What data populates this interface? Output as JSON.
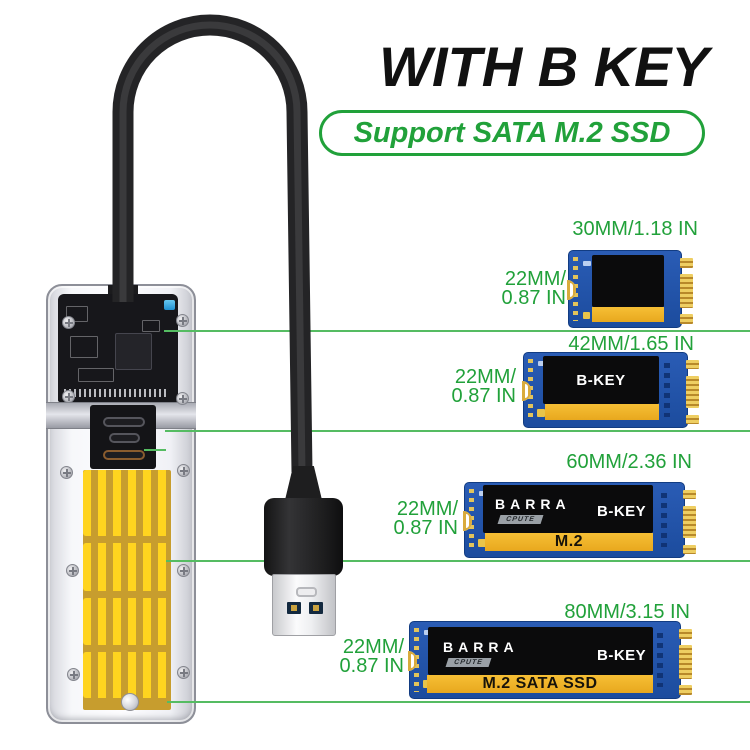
{
  "header": {
    "title": "WITH B KEY",
    "subtitle": "Support SATA M.2 SSD"
  },
  "ssds": [
    {
      "length_label": "30MM/1.18 IN",
      "width_label": [
        "22MM/",
        "0.87 IN"
      ]
    },
    {
      "length_label": "42MM/1.65 IN",
      "width_label": [
        "22MM/",
        "0.87 IN"
      ],
      "chip_label": "B-KEY"
    },
    {
      "length_label": "60MM/2.36 IN",
      "width_label": [
        "22MM/",
        "0.87 IN"
      ],
      "brand": "BARRA",
      "brand_badge": "CPUTE",
      "chip_label": "B-KEY",
      "strip_label": "M.2"
    },
    {
      "length_label": "80MM/3.15 IN",
      "width_label": [
        "22MM/",
        "0.87 IN"
      ],
      "brand": "BARRA",
      "brand_badge": "CPUTE",
      "chip_label": "B-KEY",
      "strip_label": "M.2 SATA SSD"
    }
  ],
  "colors": {
    "accent_green": "#21a13a",
    "line_green": "#55bc62",
    "pcb_blue": "#2155ab",
    "label_yellow": "#f0b42c",
    "gold": "#d9ab3c",
    "heatsink_yellow": "#ffd41f"
  }
}
